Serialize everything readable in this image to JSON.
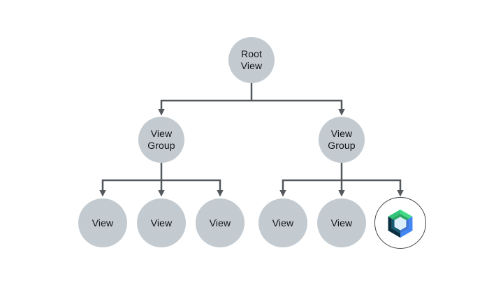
{
  "diagram": {
    "type": "tree",
    "description": "View hierarchy tree: a root view with two view groups, each containing leaf views; last leaf is the Jetpack Compose logo",
    "background": "#ffffff",
    "colors": {
      "node_fill": "#c3cbd1",
      "connector": "#53585d",
      "label_text": "#121417",
      "compose_ring_border": "#3f4448",
      "compose_green_light": "#42dc85",
      "compose_green_dark": "#30c57a",
      "compose_inner_green": "#28a863",
      "compose_blue": "#4285f4",
      "compose_inner_blue": "#3e74d6",
      "compose_navy": "#0a2f40",
      "compose_inner_teal": "#155a72",
      "compose_core": "#dbeef9"
    },
    "nodes": {
      "root": {
        "label": "Root\nView"
      },
      "group_left": {
        "label": "View\nGroup"
      },
      "group_right": {
        "label": "View\nGroup"
      },
      "view_1": {
        "label": "View"
      },
      "view_2": {
        "label": "View"
      },
      "view_3": {
        "label": "View"
      },
      "view_4": {
        "label": "View"
      },
      "view_5": {
        "label": "View"
      },
      "compose_node": {
        "label": "",
        "icon": "jetpack-compose-logo"
      }
    },
    "edges": [
      {
        "from": "root",
        "to": "group_left"
      },
      {
        "from": "root",
        "to": "group_right"
      },
      {
        "from": "group_left",
        "to": "view_1"
      },
      {
        "from": "group_left",
        "to": "view_2"
      },
      {
        "from": "group_left",
        "to": "view_3"
      },
      {
        "from": "group_right",
        "to": "view_4"
      },
      {
        "from": "group_right",
        "to": "view_5"
      },
      {
        "from": "group_right",
        "to": "compose_node"
      }
    ]
  }
}
